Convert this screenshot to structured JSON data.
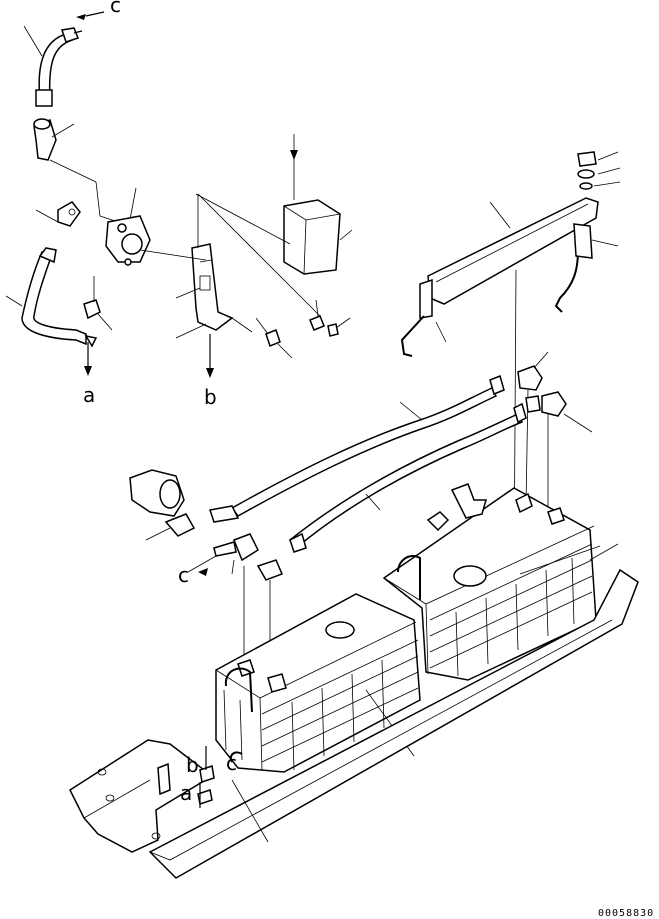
{
  "labels": {
    "c_top": "c",
    "a_left": "a",
    "b_left": "b",
    "c_mid": "c",
    "b_bottom": "b",
    "a_bottom": "a",
    "c_bottom": "c"
  },
  "drawing_code": "00058830",
  "colors": {
    "line": "#000000",
    "background": "#ffffff"
  }
}
